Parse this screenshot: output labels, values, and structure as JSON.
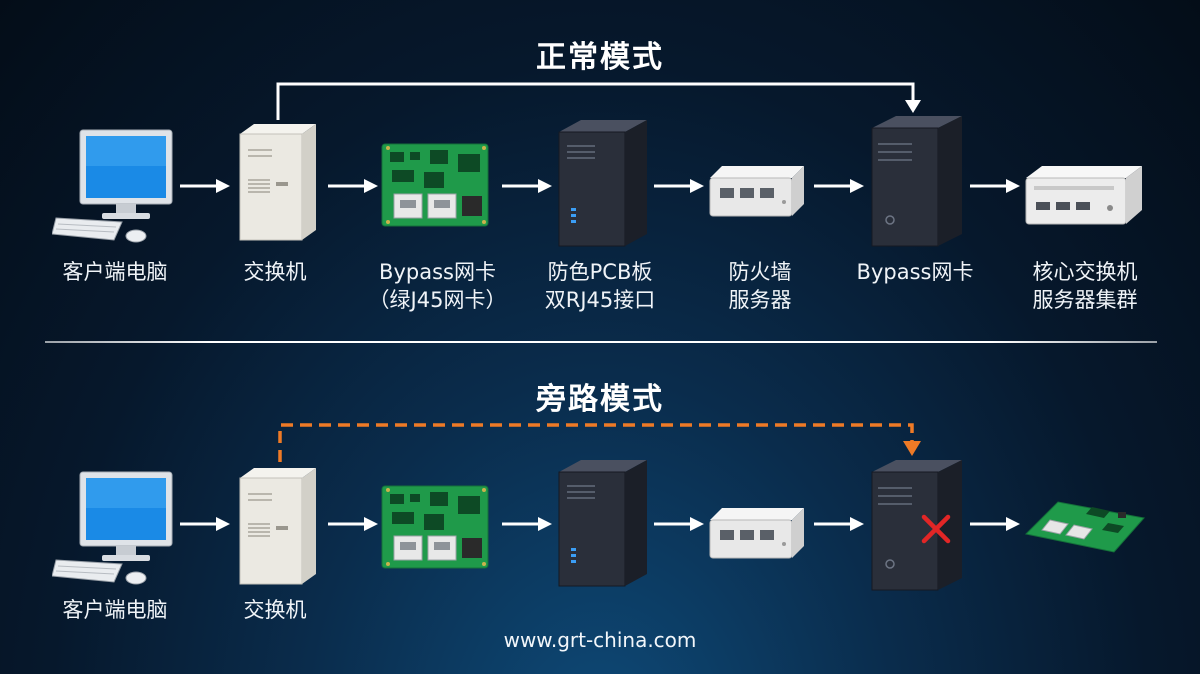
{
  "normal_mode": {
    "title": "正常模式",
    "labels": {
      "client": "客户端电脑",
      "switch": "交换机",
      "bypass_nic_line1": "Bypass网卡",
      "bypass_nic_line2": "（绿J45网卡）",
      "pcb_line1": "防色PCB板",
      "pcb_line2": "双RJ45接口",
      "firewall_line1": "防火墙",
      "firewall_line2": "服务器",
      "bypass_nic2": "Bypass网卡",
      "core_line1": "核心交换机",
      "core_line2": "服务器集群"
    }
  },
  "bypass_mode": {
    "title": "旁路模式",
    "labels": {
      "client": "客户端电脑",
      "switch": "交换机"
    }
  },
  "footer_url": "www.grt-china.com",
  "colors": {
    "arrow": "#ffffff",
    "bypass_path": "#ee7a26",
    "failure_mark": "#e22626",
    "pcb_green": "#1f9a4a"
  }
}
